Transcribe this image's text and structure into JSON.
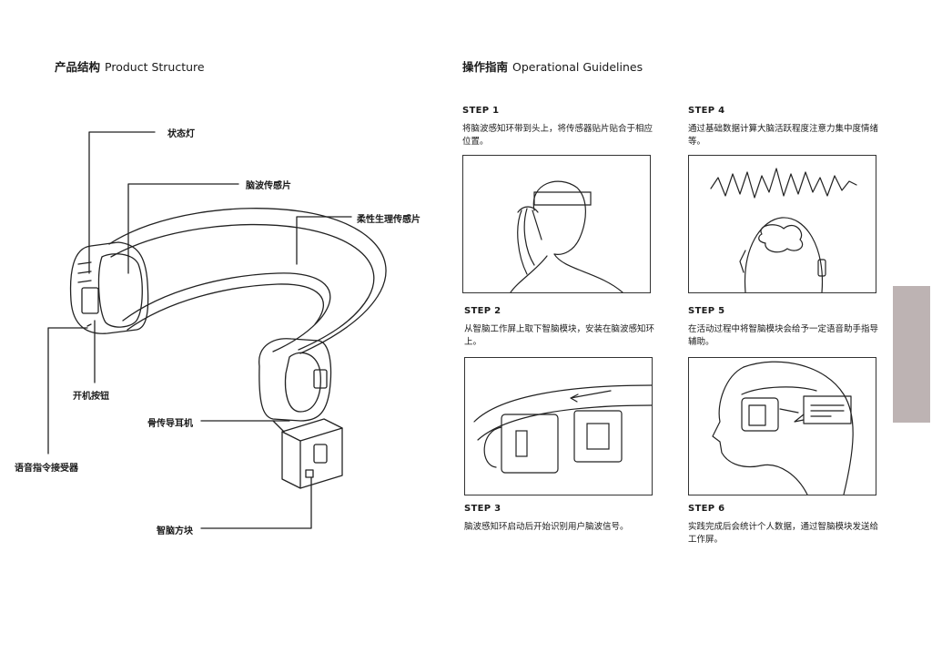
{
  "product": {
    "title_zh": "产品结构",
    "title_en": "Product Structure",
    "callouts": {
      "status_light": "状态灯",
      "eeg_sensor": "脑波传感片",
      "flex_sensor": "柔性生理传感片",
      "power_button": "开机按钮",
      "bone_earphone": "骨传导耳机",
      "voice_receiver": "语音指令接受器",
      "brain_cube": "智脑方块"
    }
  },
  "guide": {
    "title_zh": "操作指南",
    "title_en": "Operational Guidelines",
    "steps": [
      {
        "label": "STEP 1",
        "text": "将脑波感知环带到头上，将传感器贴片贴合于相应位置。"
      },
      {
        "label": "STEP 2",
        "text": "从智脑工作屏上取下智脑模块，安装在脑波感知环上。"
      },
      {
        "label": "STEP 3",
        "text": "脑波感知环启动后开始识别用户脑波信号。"
      },
      {
        "label": "STEP 4",
        "text": "通过基础数据计算大脑活跃程度注意力集中度情绪等。"
      },
      {
        "label": "STEP 5",
        "text": "在活动过程中将智脑模块会给予一定语音助手指导辅助。"
      },
      {
        "label": "STEP 6",
        "text": "实践完成后会统计个人数据，通过智脑模块发送给工作屏。"
      }
    ]
  },
  "colors": {
    "side_tab": "#bdb3b3",
    "ink": "#1a1a1a"
  }
}
